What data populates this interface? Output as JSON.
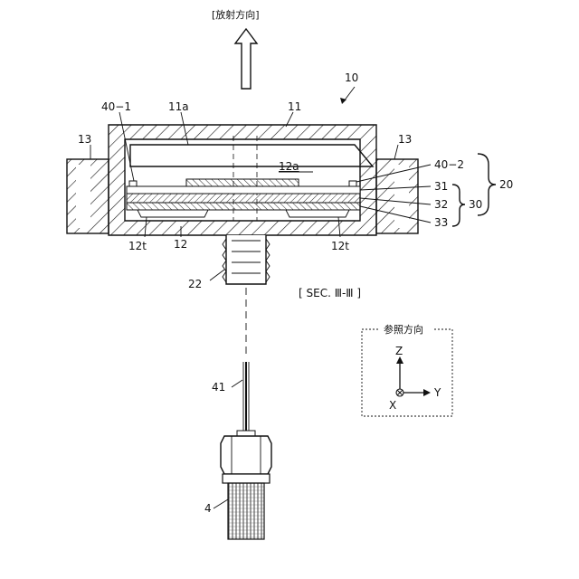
{
  "direction_label": "[放射方向]",
  "section_label": "[ SEC. Ⅲ-Ⅲ ]",
  "labels": {
    "l10": "10",
    "l40_1": "40−1",
    "l11a": "11a",
    "l11": "11",
    "l13_left": "13",
    "l13_right": "13",
    "l12a": "12a",
    "l40_2": "40−2",
    "l20": "20",
    "l31": "31",
    "l32": "32",
    "l33": "33",
    "l30": "30",
    "l12t_left": "12t",
    "l12": "12",
    "l12t_right": "12t",
    "l22": "22",
    "l41": "41",
    "l4": "4"
  },
  "reference_box": {
    "title": "参照方向",
    "axis_z": "Z",
    "axis_y": "Y",
    "axis_x": "X"
  },
  "colors": {
    "line": "#111111",
    "background": "#ffffff"
  }
}
